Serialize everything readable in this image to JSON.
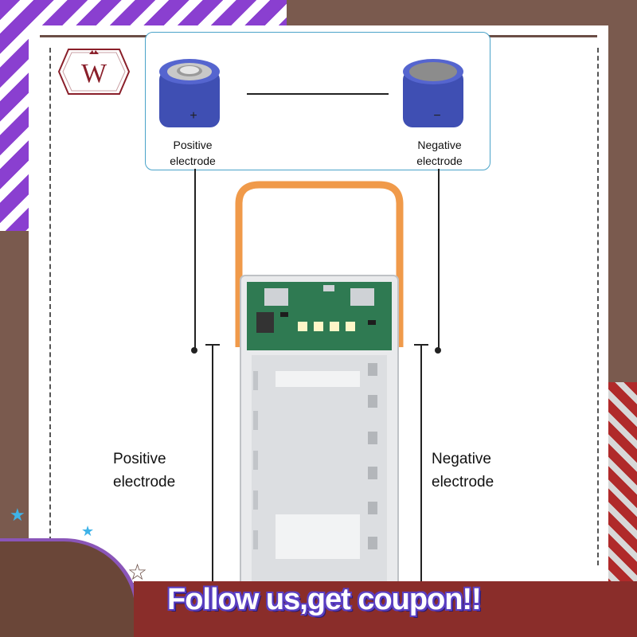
{
  "logo": {
    "letter": "W"
  },
  "top_battery": {
    "positive": {
      "symbol": "+",
      "label_line1": "Positive",
      "label_line2": "electrode"
    },
    "negative": {
      "symbol": "−",
      "label_line1": "Negative",
      "label_line2": "electrode"
    }
  },
  "side_labels": {
    "left": {
      "line1": "Positive",
      "line2": "electrode"
    },
    "right": {
      "line1": "Negative",
      "line2": "electrode"
    }
  },
  "banner": {
    "text": "Follow us,get coupon!!"
  },
  "colors": {
    "frame": "#7a5a4e",
    "stripe_purple": "#8a3fd0",
    "info_border": "#4aa3c9",
    "battery_blue": "#3f4fb3",
    "handle_orange": "#f09a4a",
    "pcb_green": "#2f7a52",
    "banner_red": "#8a2d2a",
    "banner_text_outline": "#5a3fc2"
  }
}
